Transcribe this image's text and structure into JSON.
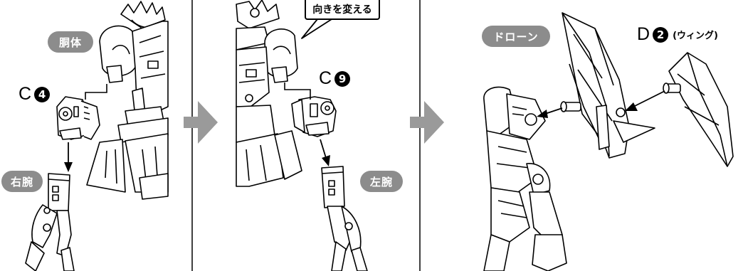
{
  "panels": [
    {
      "id": "panel-1",
      "labels": {
        "torso": "胴体",
        "right_arm": "右腕"
      },
      "part": {
        "letter": "C",
        "number": "4"
      }
    },
    {
      "id": "panel-2",
      "callout": "向きを変える",
      "labels": {
        "left_arm": "左腕"
      },
      "part": {
        "letter": "C",
        "number": "9"
      }
    },
    {
      "id": "panel-3",
      "labels": {
        "drone": "ドローン"
      },
      "part": {
        "letter": "D",
        "number": "2",
        "name": "(ウィング)"
      }
    }
  ],
  "colors": {
    "label_bg": "#8c8c8c",
    "step_arrow": "#9a9a9a",
    "line": "#000000"
  }
}
